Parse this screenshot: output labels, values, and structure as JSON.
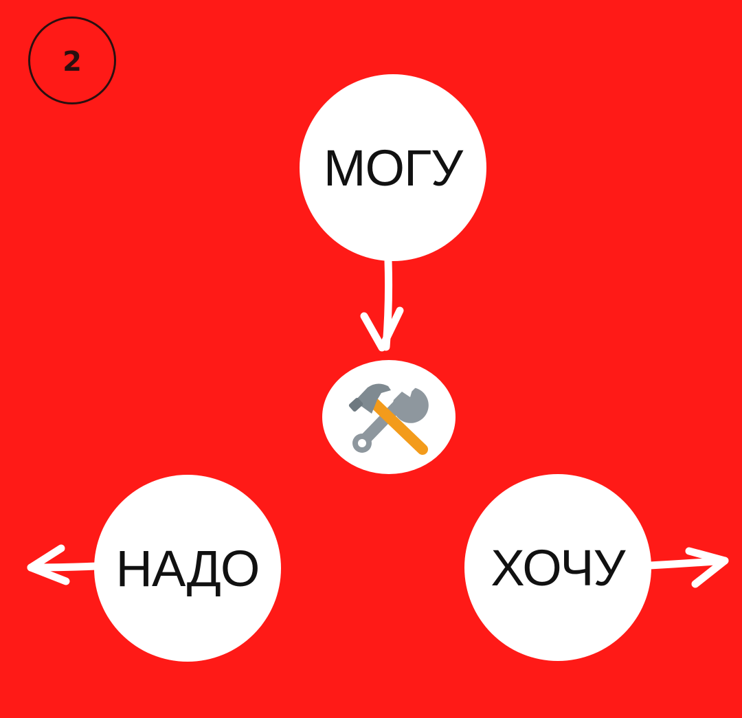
{
  "page_number": "2",
  "colors": {
    "background": "#ff1a17",
    "node_fill": "#ffffff",
    "text": "#111111",
    "hammer_handle": "#f39b1b",
    "metal": "#8e979e"
  },
  "nodes": {
    "top": {
      "label": "МОГУ"
    },
    "left": {
      "label": "НАДО"
    },
    "right": {
      "label": "ХОЧУ"
    },
    "center": {
      "icon": "hammer-and-wrench-icon"
    }
  },
  "arrows": [
    {
      "from": "МОГУ",
      "to": "hammer-and-wrench-icon",
      "direction": "down"
    },
    {
      "from": "НАДО",
      "direction": "left"
    },
    {
      "from": "ХОЧУ",
      "direction": "right"
    }
  ]
}
